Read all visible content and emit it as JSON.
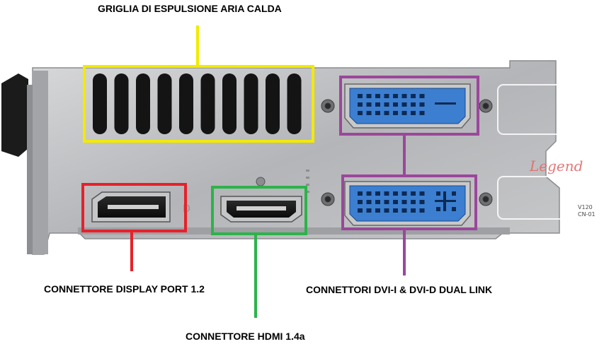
{
  "labels": {
    "grill": "GRIGLIA DI ESPULSIONE ARIA CALDA",
    "displayport": "CONNETTORE DISPLAY PORT 1.2",
    "dvi": "CONNETTORI DVI-I & DVI-D DUAL LINK",
    "hdmi": "CONNETTORE HDMI 1.4a"
  },
  "watermark": {
    "text": "Legend"
  },
  "bracket_marks": {
    "mark1": "V120",
    "mark2": "CN-01"
  },
  "colors": {
    "grill_box": "#f2ea00",
    "displayport_box": "#e8202a",
    "hdmi_box": "#2cb34a",
    "dvi_box": "#9b479b",
    "dvi_connector": "#3c7fd0",
    "bracket": "#b9babc"
  }
}
